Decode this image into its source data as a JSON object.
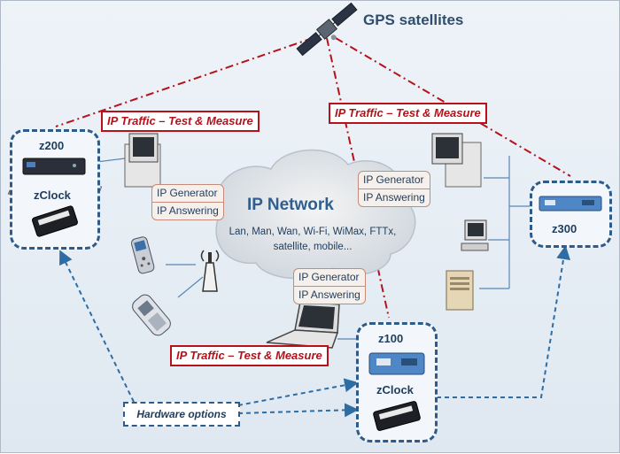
{
  "title": "GPS satellites",
  "network": {
    "title": "IP Network",
    "subtitle": "Lan, Man, Wan, Wi-Fi, WiMax, FTTx, satellite, mobile..."
  },
  "traffic_labels": {
    "left": "IP Traffic – Test & Measure",
    "right": "IP Traffic – Test & Measure",
    "bottom": "IP Traffic – Test & Measure"
  },
  "generators": {
    "left": {
      "generator": "IP Generator",
      "answering": "IP Answering"
    },
    "right": {
      "generator": "IP Generator",
      "answering": "IP Answering"
    },
    "bottom": {
      "generator": "IP Generator",
      "answering": "IP Answering"
    }
  },
  "devices": {
    "z200": {
      "name": "z200",
      "clock": "zClock"
    },
    "z300": {
      "name": "z300"
    },
    "z100": {
      "name": "z100",
      "clock": "zClock"
    }
  },
  "hardware_options": "Hardware options",
  "colors": {
    "traffic": "#b5121b",
    "hardware_links": "#2e6da4",
    "box_border": "#2e5c8a"
  },
  "icons": [
    "satellite-icon",
    "desktop-computer-icon",
    "laptop-icon",
    "server-icon",
    "mobile-phone-icon",
    "cordless-phone-icon",
    "wireless-antenna-icon"
  ]
}
